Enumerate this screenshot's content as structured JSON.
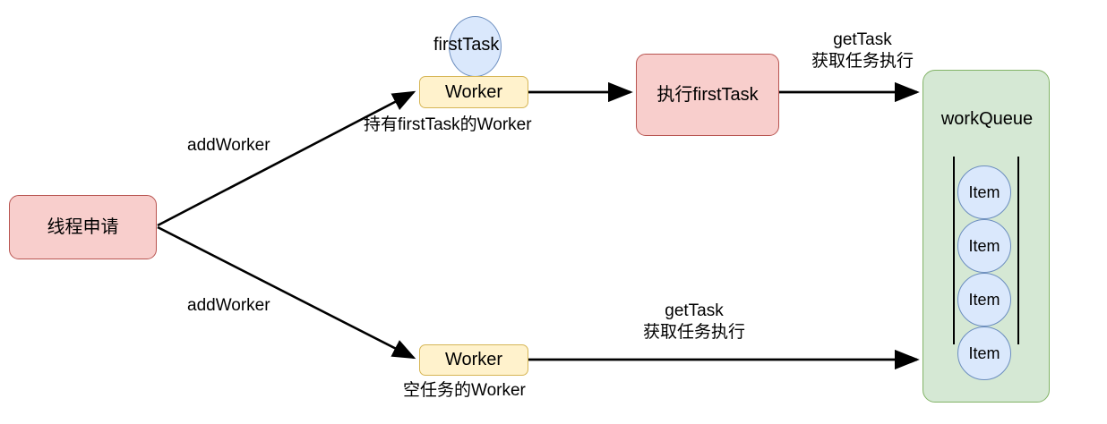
{
  "diagram": {
    "title_nodes": {
      "thread_apply": "线程申请",
      "worker_top": "Worker",
      "worker_bottom": "Worker",
      "first_task_circle": "",
      "exec_first_task": "执行firstTask",
      "work_queue": "workQueue"
    },
    "labels": {
      "first_task": "firstTask",
      "add_worker_top": "addWorker",
      "add_worker_bottom": "addWorker",
      "hold_first_task_worker": "持有firstTask的Worker",
      "empty_task_worker": "空任务的Worker",
      "get_task_top": "getTask\n获取任务执行",
      "get_task_bottom": "getTask\n获取任务执行"
    },
    "queue": {
      "items": [
        {
          "label": "Item"
        },
        {
          "label": "Item"
        },
        {
          "label": "Item"
        },
        {
          "label": "Item"
        }
      ]
    },
    "colors": {
      "red_fill": "#f8cecc",
      "red_stroke": "#b85450",
      "yellow_fill": "#fff2cc",
      "yellow_stroke": "#d6b656",
      "green_fill": "#d5e8d4",
      "green_stroke": "#82b366",
      "blue_fill": "#dae8fc",
      "blue_stroke": "#6c8ebf",
      "edge": "#000000",
      "background": "#ffffff"
    }
  }
}
